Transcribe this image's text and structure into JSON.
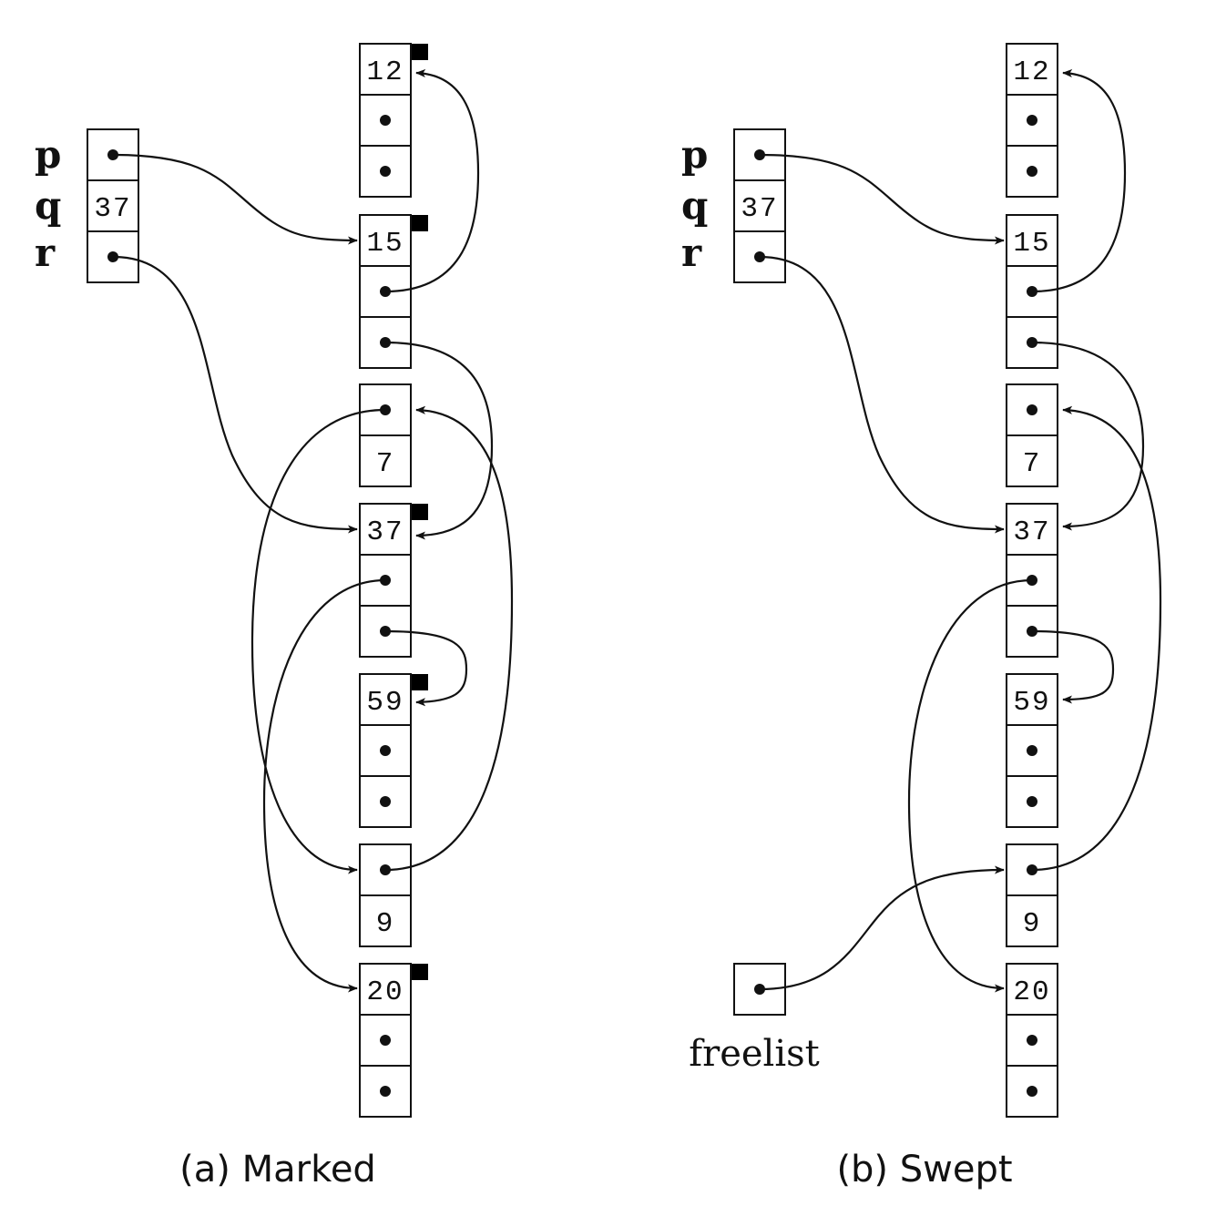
{
  "panels": [
    {
      "id": "marked",
      "caption": "(a) Marked",
      "registers": [
        {
          "label": "p",
          "content": "ptr"
        },
        {
          "label": "q",
          "content": "37"
        },
        {
          "label": "r",
          "content": "ptr"
        }
      ],
      "heap": [
        {
          "id": "n12",
          "fields": [
            "12",
            "ptr",
            "ptr"
          ],
          "marked": true
        },
        {
          "id": "n15",
          "fields": [
            "15",
            "ptr",
            "ptr"
          ],
          "marked": true
        },
        {
          "id": "n7",
          "fields": [
            "ptr",
            "7"
          ],
          "marked": false
        },
        {
          "id": "n37",
          "fields": [
            "37",
            "ptr",
            "ptr"
          ],
          "marked": true
        },
        {
          "id": "n59",
          "fields": [
            "59",
            "ptr",
            "ptr"
          ],
          "marked": true
        },
        {
          "id": "n9",
          "fields": [
            "ptr",
            "9"
          ],
          "marked": false
        },
        {
          "id": "n20",
          "fields": [
            "20",
            "ptr",
            "ptr"
          ],
          "marked": true
        }
      ],
      "edges": [
        {
          "from": "p",
          "to": "n15"
        },
        {
          "from": "r",
          "to": "n37"
        },
        {
          "from": "n15.1",
          "to": "n12"
        },
        {
          "from": "n15.2",
          "to": "n37"
        },
        {
          "from": "n7.0",
          "to": "n9"
        },
        {
          "from": "n37.1",
          "to": "n20"
        },
        {
          "from": "n37.2",
          "to": "n59"
        },
        {
          "from": "n9.0",
          "to": "n7"
        }
      ]
    },
    {
      "id": "swept",
      "caption": "(b) Swept",
      "registers": [
        {
          "label": "p",
          "content": "ptr"
        },
        {
          "label": "q",
          "content": "37"
        },
        {
          "label": "r",
          "content": "ptr"
        }
      ],
      "freelist_label": "freelist",
      "heap": [
        {
          "id": "n12",
          "fields": [
            "12",
            "ptr",
            "ptr"
          ],
          "marked": false
        },
        {
          "id": "n15",
          "fields": [
            "15",
            "ptr",
            "ptr"
          ],
          "marked": false
        },
        {
          "id": "n7",
          "fields": [
            "ptr",
            "7"
          ],
          "marked": false
        },
        {
          "id": "n37",
          "fields": [
            "37",
            "ptr",
            "ptr"
          ],
          "marked": false
        },
        {
          "id": "n59",
          "fields": [
            "59",
            "ptr",
            "ptr"
          ],
          "marked": false
        },
        {
          "id": "n9",
          "fields": [
            "ptr",
            "9"
          ],
          "marked": false
        },
        {
          "id": "n20",
          "fields": [
            "20",
            "ptr",
            "ptr"
          ],
          "marked": false
        }
      ],
      "edges": [
        {
          "from": "p",
          "to": "n15"
        },
        {
          "from": "r",
          "to": "n37"
        },
        {
          "from": "n15.1",
          "to": "n12"
        },
        {
          "from": "n15.2",
          "to": "n37"
        },
        {
          "from": "n37.1",
          "to": "n20"
        },
        {
          "from": "n37.2",
          "to": "n59"
        },
        {
          "from": "n9.0",
          "to": "n7"
        },
        {
          "from": "freelist",
          "to": "n9"
        }
      ]
    }
  ]
}
